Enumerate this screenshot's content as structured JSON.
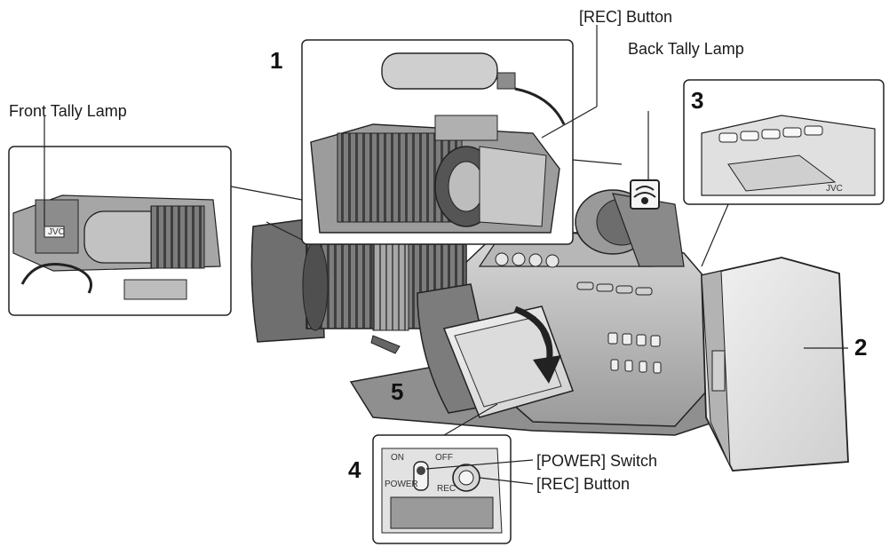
{
  "callouts": {
    "front_tally_lamp": "Front Tally Lamp",
    "rec_button_top": "[REC] Button",
    "back_tally_lamp": "Back Tally Lamp",
    "power_switch": "[POWER] Switch",
    "rec_button_bottom": "[REC] Button"
  },
  "numbers": {
    "n1": "1",
    "n2": "2",
    "n3": "3",
    "n4": "4",
    "n5": "5"
  },
  "inset_marks": {
    "brand": "JVC",
    "on": "ON",
    "off": "OFF",
    "power": "POWER",
    "rec": "REC"
  }
}
